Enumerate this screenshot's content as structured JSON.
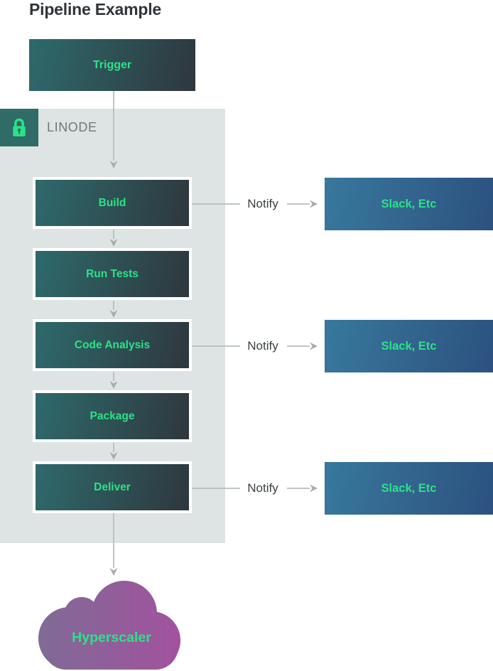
{
  "title": "Pipeline Example",
  "trigger": {
    "label": "Trigger"
  },
  "group": {
    "label": "LINODE",
    "icon": "lock-icon"
  },
  "pipeline": {
    "steps": [
      {
        "label": "Build"
      },
      {
        "label": "Run Tests"
      },
      {
        "label": "Code Analysis"
      },
      {
        "label": "Package"
      },
      {
        "label": "Deliver"
      }
    ]
  },
  "notify_rows": [
    {
      "label": "Notify",
      "target": "Slack, Etc"
    },
    {
      "label": "Notify",
      "target": "Slack, Etc"
    },
    {
      "label": "Notify",
      "target": "Slack, Etc"
    }
  ],
  "cloud": {
    "label": "Hyperscaler"
  },
  "colors": {
    "accent-green": "#2be287",
    "teal": "#2e6a6b",
    "slate": "#2e373e",
    "badge-teal": "#2f6b67",
    "panel": "#dee4e3",
    "blue-start": "#38789d",
    "blue-end": "#2c5180",
    "purple-start": "#7f6b96",
    "purple-end": "#a3519e",
    "line-gray": "#b7bdbe",
    "arrow-gray": "#a6adaf",
    "title-color": "#303539",
    "notify-color": "#3a4043",
    "group-label-color": "#6e797b"
  }
}
